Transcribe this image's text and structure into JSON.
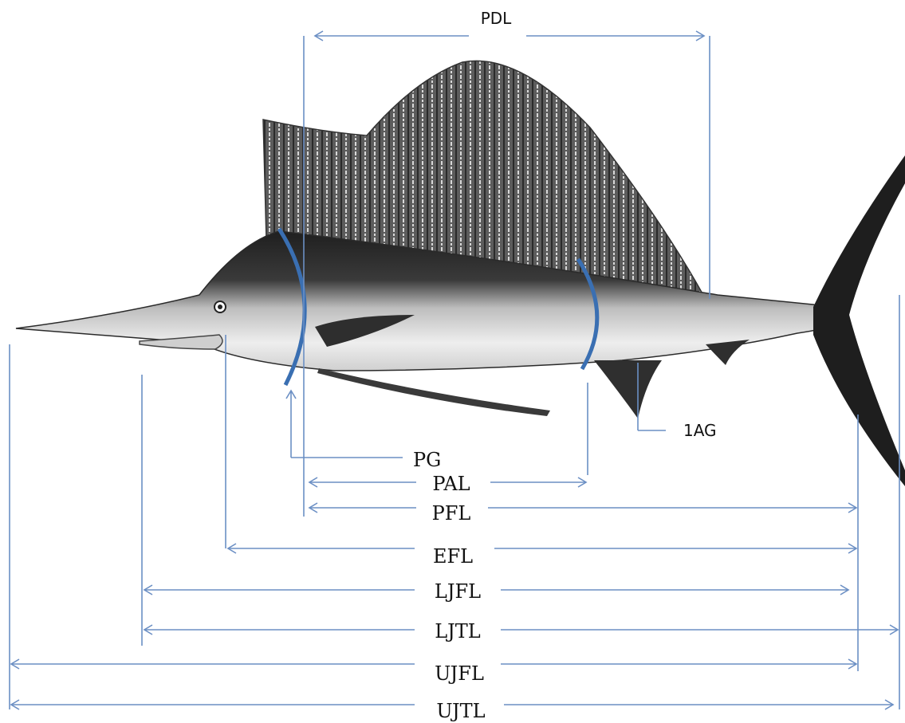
{
  "diagram": {
    "subject": "sailfish",
    "line_color": "#6b8fc4",
    "bracket_color": "#3a6fb2",
    "fish_dark": "#1f1f1f",
    "fish_mid": "#7a7a7a",
    "fish_light": "#e4e4e4",
    "labels": {
      "pdl": "PDL",
      "ag1": "1AG",
      "pg": "PG",
      "pal": "PAL",
      "pfl": "PFL",
      "efl": "EFL",
      "ljfl": "LJFL",
      "ljtl": "LJTL",
      "ujfl": "UJFL",
      "ujtl": "UJTL"
    }
  }
}
